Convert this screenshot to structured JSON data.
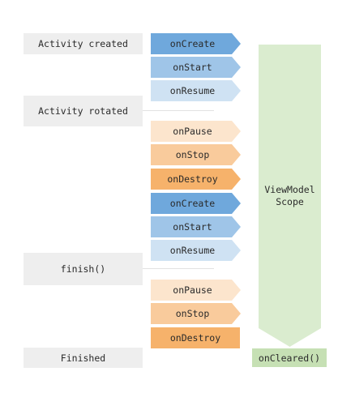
{
  "stages": [
    {
      "id": "activity-created",
      "label": "Activity created"
    },
    {
      "id": "activity-rotated",
      "label": "Activity rotated"
    },
    {
      "id": "finish",
      "label": "finish()"
    },
    {
      "id": "finished",
      "label": "Finished"
    }
  ],
  "steps": [
    {
      "label": "onCreate",
      "color": "#6fa8dc"
    },
    {
      "label": "onStart",
      "color": "#9fc5e8"
    },
    {
      "label": "onResume",
      "color": "#cfe2f3"
    },
    {
      "label": "onPause",
      "color": "#fce5cd"
    },
    {
      "label": "onStop",
      "color": "#f9cb9c"
    },
    {
      "label": "onDestroy",
      "color": "#f6b26b"
    },
    {
      "label": "onCreate",
      "color": "#6fa8dc"
    },
    {
      "label": "onStart",
      "color": "#9fc5e8"
    },
    {
      "label": "onResume",
      "color": "#cfe2f3"
    },
    {
      "label": "onPause",
      "color": "#fce5cd"
    },
    {
      "label": "onStop",
      "color": "#f9cb9c"
    },
    {
      "label": "onDestroy",
      "color": "#f6b26b"
    }
  ],
  "viewmodel_scope": {
    "label": "ViewModel Scope",
    "color": "#daeccf"
  },
  "on_cleared": {
    "label": "onCleared()",
    "color": "#c6e0b4"
  }
}
